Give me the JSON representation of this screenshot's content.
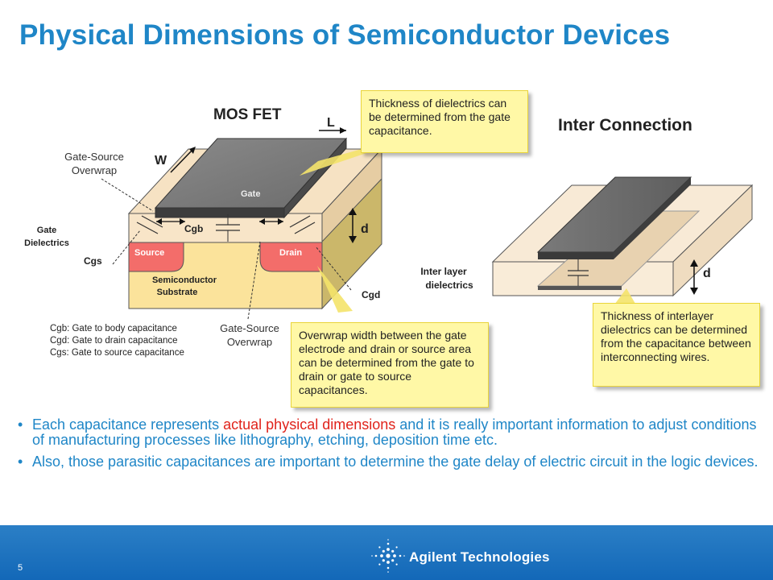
{
  "slide": {
    "title": "Physical Dimensions of Semiconductor Devices",
    "page_number": "5",
    "brand": "Agilent Technologies"
  },
  "mosfet": {
    "heading": "MOS FET",
    "label_L": "L",
    "label_W": "W",
    "label_d": "d",
    "gate": "Gate",
    "source": "Source",
    "drain": "Drain",
    "substrate_line1": "Semiconductor",
    "substrate_line2": "Substrate",
    "cgb": "Cgb",
    "cgs": "Cgs",
    "cgd": "Cgd",
    "gate_dielectrics_line1": "Gate",
    "gate_dielectrics_line2": "Dielectrics",
    "overwrap_top_line1": "Gate-Source",
    "overwrap_top_line2": "Overwrap",
    "overwrap_bottom_line1": "Gate-Source",
    "overwrap_bottom_line2": "Overwrap",
    "legend": [
      "Cgb: Gate to body capacitance",
      "Cgd: Gate to drain capacitance",
      "Cgs: Gate to source capacitance"
    ]
  },
  "interconnect": {
    "heading": "Inter Connection",
    "label_d": "d",
    "inter_layer_line1": "Inter layer",
    "inter_layer_line2": "dielectrics"
  },
  "notes": {
    "dielectric": "Thickness of dielectrics can be determined from the gate capacitance.",
    "overwrap": "Overwrap width between the gate electrode and drain or source area can be determined from  the gate to drain or gate to source capacitances.",
    "interlayer": "Thickness of  interlayer dielectrics can be determined from the capacitance between interconnecting wires."
  },
  "bullets": [
    {
      "before": "Each capacitance represents ",
      "highlight": "actual physical dimensions",
      "after": " and it is really important information to adjust conditions of manufacturing processes like lithography, etching, deposition time etc."
    },
    {
      "before": "Also, those parasitic capacitances are important to determine the gate delay of electric circuit in the logic devices.",
      "highlight": "",
      "after": ""
    }
  ],
  "colors": {
    "title_blue": "#1f86c7",
    "highlight_red": "#e0231b",
    "note_yellow": "#fff8a6",
    "footer_blue": "#1368b8"
  }
}
